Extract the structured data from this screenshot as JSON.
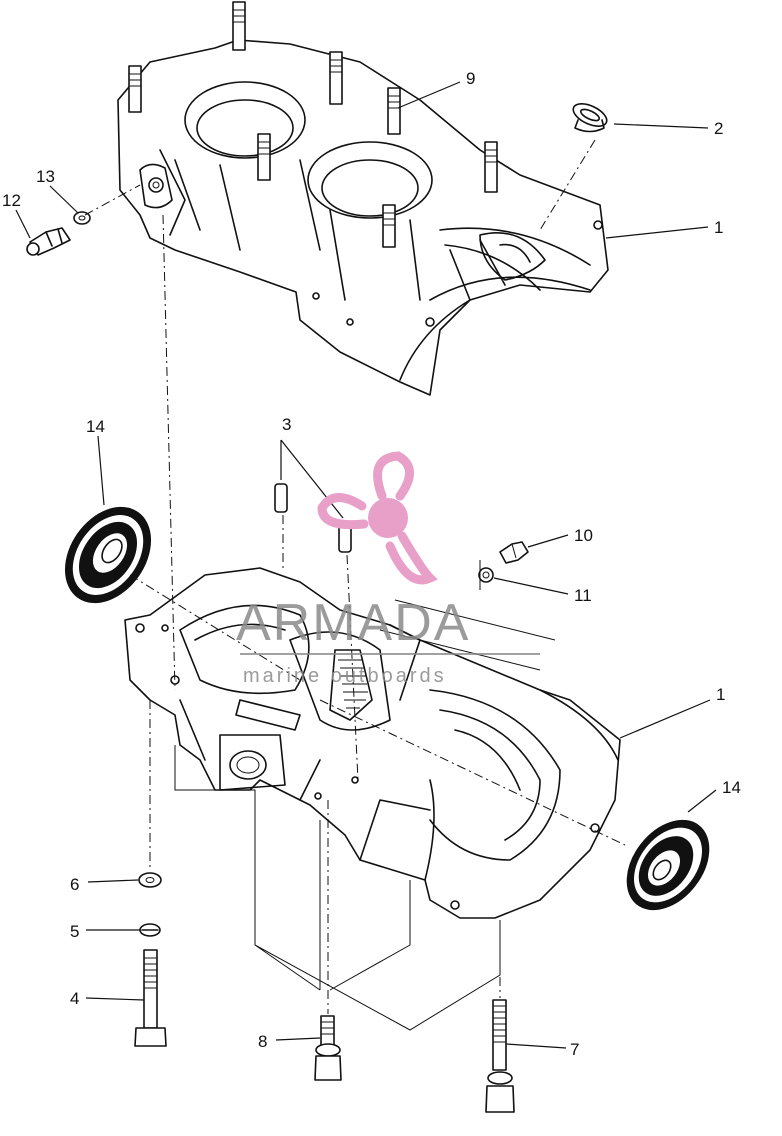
{
  "callouts": {
    "c1_top": "1",
    "c2": "2",
    "c9": "9",
    "c13": "13",
    "c12": "12",
    "c3": "3",
    "c14_left": "14",
    "c10": "10",
    "c11": "11",
    "c1_bottom": "1",
    "c14_right": "14",
    "c6": "6",
    "c5": "5",
    "c4": "4",
    "c8": "8",
    "c7": "7"
  },
  "watermark": {
    "brand": "ARMADA",
    "tagline": "marine outboards",
    "color": "#e8a0c8"
  }
}
